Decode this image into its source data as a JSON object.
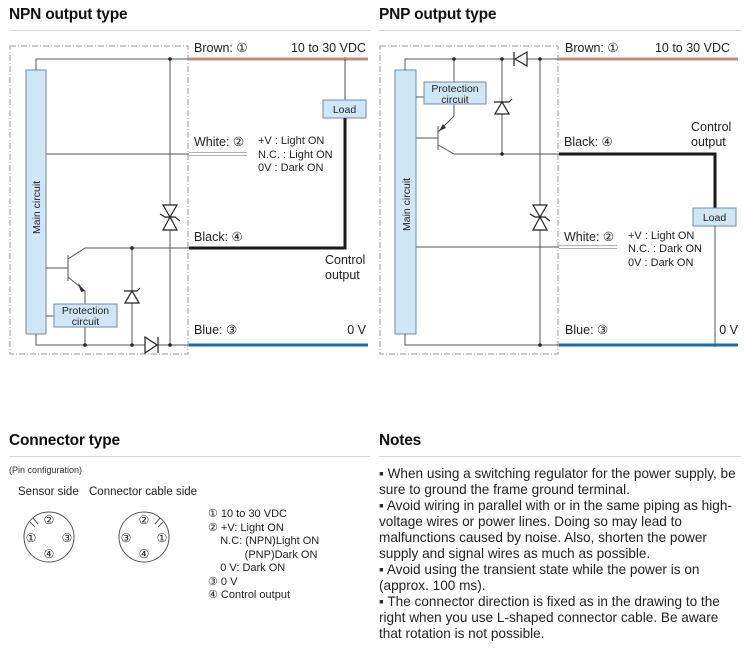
{
  "npn": {
    "title": "NPN output type",
    "main_circuit": "Main circuit",
    "protection_line1": "Protection",
    "protection_line2": "circuit",
    "load": "Load",
    "brown_label": "Brown: ①",
    "supply": "10 to 30 VDC",
    "white_label": "White: ②",
    "white_modes": [
      "+V : Light ON",
      "N.C. : Light ON",
      "0V : Dark ON"
    ],
    "black_label": "Black: ④",
    "control_line1": "Control",
    "control_line2": "output",
    "blue_label": "Blue: ③",
    "zero_v": "0 V"
  },
  "pnp": {
    "title": "PNP output type",
    "main_circuit": "Main circuit",
    "protection_line1": "Protection",
    "protection_line2": "circuit",
    "load": "Load",
    "brown_label": "Brown: ①",
    "supply": "10 to 30 VDC",
    "white_label": "White: ②",
    "white_modes": [
      "+V : Light ON",
      "N.C. : Dark ON",
      "0V : Dark ON"
    ],
    "black_label": "Black: ④",
    "control_line1": "Control",
    "control_line2": "output",
    "blue_label": "Blue: ③",
    "zero_v": "0 V"
  },
  "colors": {
    "brown_wire": "#b8917a",
    "blue_wire": "#1a6fa8",
    "black_wire": "#1a1a1a",
    "box_fill": "#cfe6f7",
    "box_stroke": "#6f8ea8"
  },
  "connector": {
    "title": "Connector type",
    "pin_config": "(Pin configuration)",
    "sensor_side": "Sensor side",
    "cable_side": "Connector cable side",
    "sensor_pins": {
      "top": "②",
      "left": "①",
      "right": "③",
      "bottom": "④"
    },
    "cable_pins": {
      "top": "②",
      "left": "③",
      "right": "①",
      "bottom": "④"
    },
    "legend": [
      "① 10 to 30 VDC",
      "② +V: Light ON",
      "    N.C: (NPN)Light ON",
      "            (PNP)Dark ON",
      "    0 V: Dark ON",
      "③ 0 V",
      "④ Control output"
    ]
  },
  "notes": {
    "title": "Notes",
    "items": [
      "▪ When using a switching regulator for the power supply, be sure to ground the frame ground terminal.",
      "▪ Avoid wiring in parallel with or in the same piping as high-voltage wires or power lines. Doing so may lead to malfunctions caused by noise. Also, shorten the power supply and signal wires as much as possible.",
      "▪ Avoid using the transient state while the power is on (approx. 100 ms).",
      "▪ The connector direction is fixed as in the drawing to the right when you use L-shaped connector cable. Be aware that rotation is not possible."
    ]
  }
}
